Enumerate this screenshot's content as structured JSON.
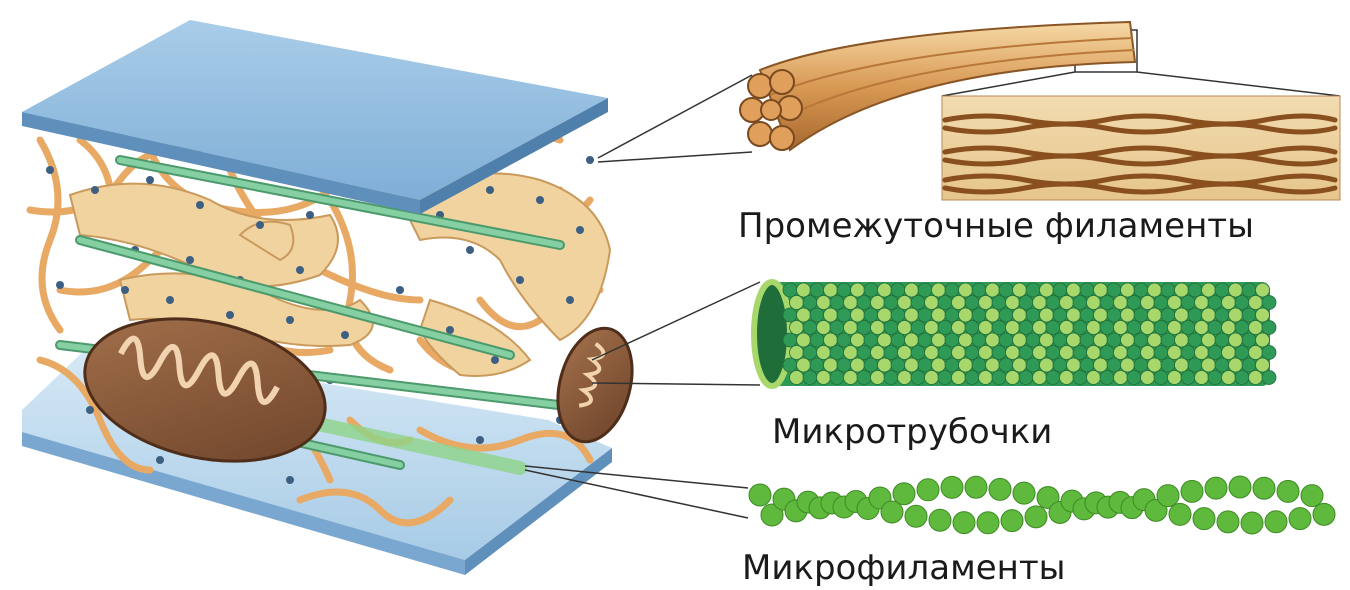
{
  "labels": {
    "intermediate_filaments": "Промежуточные филаменты",
    "microtubules": "Микротрубочки",
    "microfilaments": "Микрофиламенты"
  },
  "colors": {
    "membrane": "#8fb9dc",
    "membrane_side": "#6f9cc4",
    "er": "#f1d3a0",
    "filament": "#e8a964",
    "microtubule": "#7fc79d",
    "mitochondrion": "#8b5a3a",
    "ribosome": "#3c5f82",
    "microtubule_light": "#a8d86c",
    "microtubule_dark": "#2f9a55",
    "microfilament": "#5fb93d"
  }
}
